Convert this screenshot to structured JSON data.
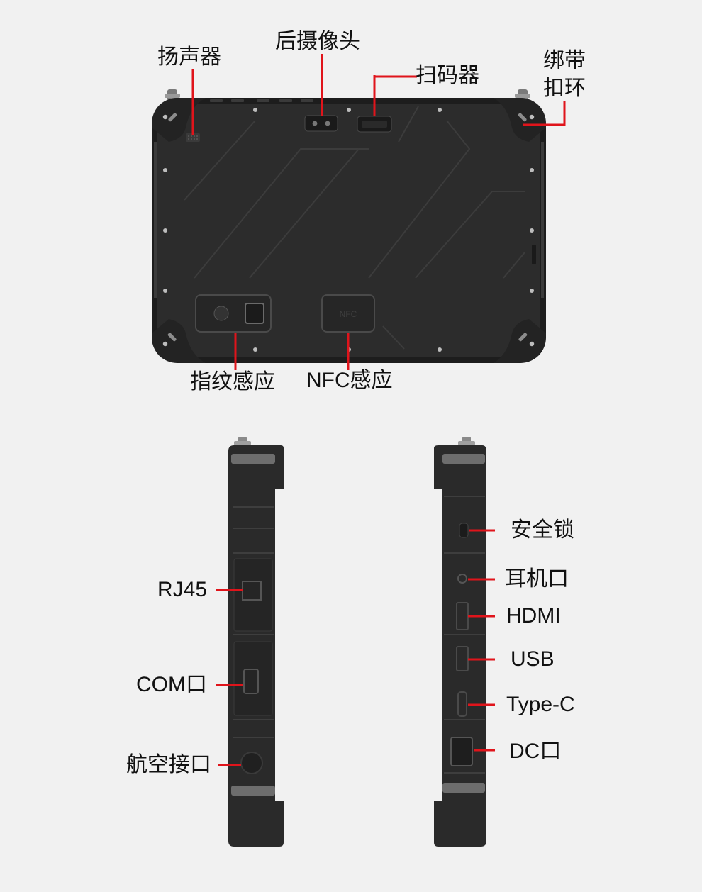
{
  "colors": {
    "background": "#f1f1f1",
    "device_body": "#2b2b2b",
    "device_shadow": "#1a1a1a",
    "leader_line": "#e0141b",
    "label_text": "#111111"
  },
  "back_view": {
    "labels": {
      "speaker": "扬声器",
      "rear_camera": "后摄像头",
      "scanner": "扫码器",
      "strap_ring_line1": "绑带",
      "strap_ring_line2": "扣环",
      "fingerprint": "指纹感应",
      "nfc": "NFC感应"
    },
    "nfc_mark": "NFC"
  },
  "left_side_view": {
    "labels": {
      "rj45": "RJ45",
      "com": "COM口",
      "aviation": "航空接口"
    }
  },
  "right_side_view": {
    "labels": {
      "security_lock": "安全锁",
      "headphone": "耳机口",
      "hdmi": "HDMI",
      "usb": "USB",
      "type_c": "Type-C",
      "dc": "DC口"
    }
  }
}
